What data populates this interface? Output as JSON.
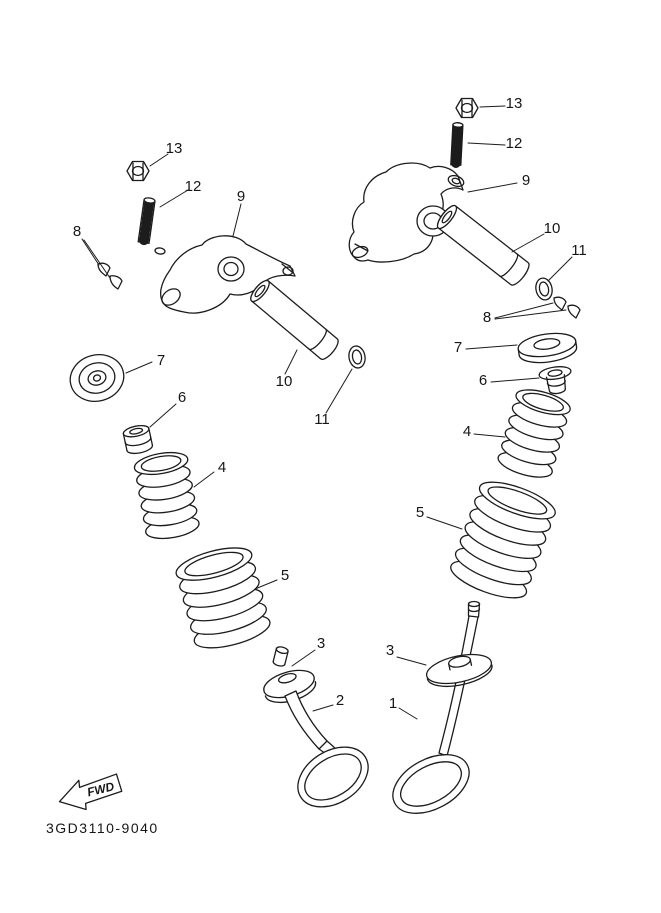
{
  "diagram": {
    "part_code": "3GD3110-9040",
    "fwd_label": "FWD",
    "colors": {
      "line": "#1c1c1c",
      "background": "#ffffff",
      "text": "#161616"
    },
    "callouts": {
      "left": {
        "nut": "13",
        "adjust_screw": "12",
        "rocker_arm": "9",
        "valve_cotters": "8",
        "spring_retainer": "7",
        "valve_seal": "6",
        "inner_spring": "4",
        "outer_spring": "5",
        "rocker_shaft": "10",
        "o_ring": "11",
        "spring_seat": "3",
        "valve": "2"
      },
      "right": {
        "nut": "13",
        "adjust_screw": "12",
        "rocker_arm": "9",
        "rocker_shaft": "10",
        "o_ring": "11",
        "valve_cotters": "8",
        "spring_retainer": "7",
        "valve_seal": "6",
        "inner_spring": "4",
        "outer_spring": "5",
        "spring_seat": "3",
        "valve": "1"
      }
    }
  }
}
